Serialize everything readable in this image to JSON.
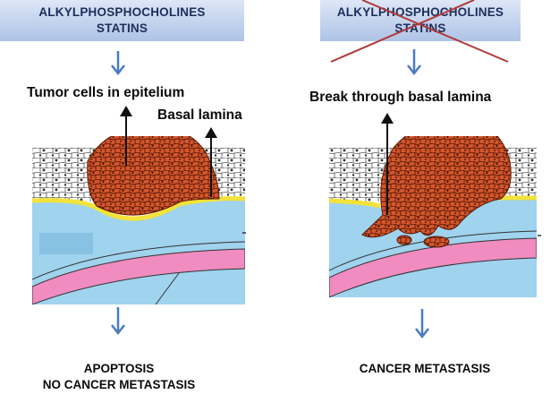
{
  "left_panel": {
    "drugs": [
      "ALKYLPHOSPHOCHOLINES",
      "STATINS"
    ],
    "label_tumor": "Tumor cells in epitelium",
    "label_lamina": "Basal lamina",
    "outcome": [
      "APOPTOSIS",
      "NO CANCER METASTASIS"
    ]
  },
  "right_panel": {
    "drugs": [
      "ALKYLPHOSPHOCHOLINES",
      "STATINS"
    ],
    "label_break": "Break through  basal lamina",
    "outcome": [
      "CANCER METASTASIS"
    ]
  },
  "colors": {
    "box_top": "#dde7f6",
    "box_bottom": "#aec3e6",
    "arrow": "#4a7cc0",
    "cross": "#b03a3a",
    "tumor": "#d4562b",
    "stroma": "#9fd3ee",
    "basal_lamina": "#f3e23a",
    "pink_band": "#f08cbf"
  }
}
